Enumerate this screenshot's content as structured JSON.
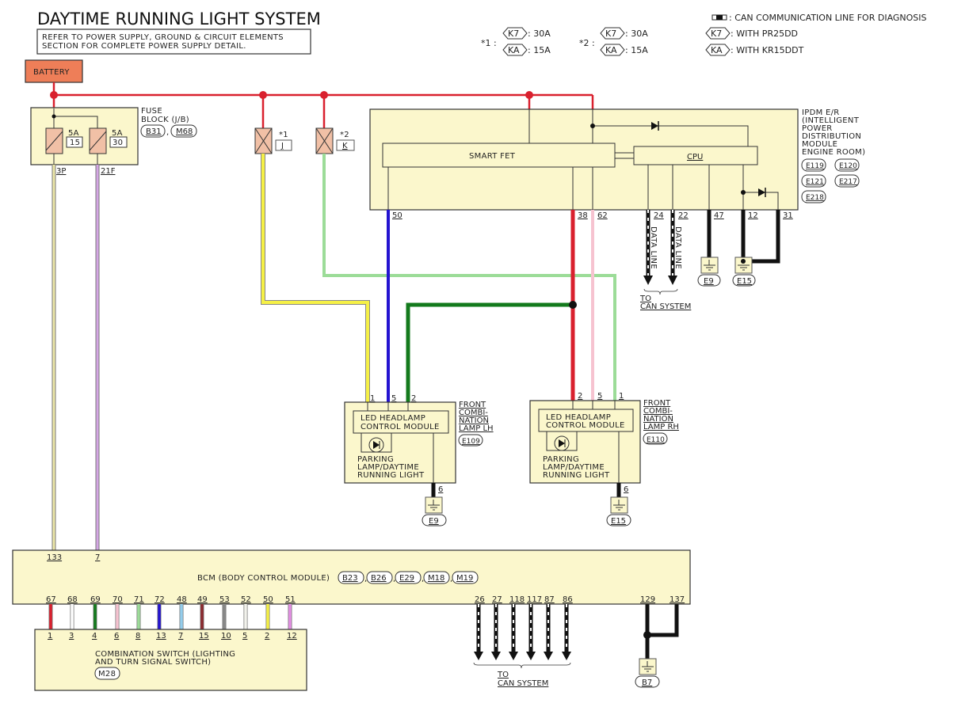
{
  "title": "DAYTIME RUNNING LIGHT SYSTEM",
  "note": [
    "REFER TO POWER SUPPLY, GROUND & CIRCUIT ELEMENTS",
    "SECTION FOR COMPLETE POWER SUPPLY DETAIL."
  ],
  "legend": {
    "star1": {
      "label": "*1 :",
      "rows": [
        {
          "code": "K7",
          "value": ": 30A"
        },
        {
          "code": "KA",
          "value": ": 15A"
        }
      ]
    },
    "star2": {
      "label": "*2 :",
      "rows": [
        {
          "code": "K7",
          "value": ": 30A"
        },
        {
          "code": "KA",
          "value": ": 15A"
        }
      ]
    },
    "can_line": ": CAN COMMUNICATION LINE FOR DIAGNOSIS",
    "variants": [
      {
        "code": "K7",
        "text": ": WITH PR25DD"
      },
      {
        "code": "KA",
        "text": ": WITH KR15DDT"
      }
    ]
  },
  "battery": "BATTERY",
  "fuse_block": {
    "label": [
      "FUSE",
      "BLOCK (J/B)"
    ],
    "connectors": [
      "B31",
      "M68"
    ],
    "fuses": [
      {
        "amp": "5A",
        "num": "15",
        "pin": "3P"
      },
      {
        "amp": "5A",
        "num": "30",
        "pin": "21F"
      }
    ]
  },
  "fusible_links": [
    {
      "star": "*1",
      "letter": "J"
    },
    {
      "star": "*2",
      "letter": "K"
    }
  ],
  "ipdm": {
    "label": [
      "IPDM E/R",
      "(INTELLIGENT",
      "POWER",
      "DISTRIBUTION",
      "MODULE",
      "ENGINE ROOM)"
    ],
    "connectors": [
      "E119",
      "E120",
      "E121",
      "E217",
      "E218"
    ],
    "smart_fet": "SMART FET",
    "cpu": "CPU",
    "pins": [
      "50",
      "38",
      "62",
      "24",
      "22",
      "47",
      "12",
      "31"
    ],
    "data_line": "DATA LINE",
    "to": "TO",
    "can_system": "CAN SYSTEM",
    "grounds": [
      "E9",
      "E15"
    ]
  },
  "lamp_lh": {
    "label": [
      "FRONT",
      "COMBI-",
      "NATION",
      "LAMP LH"
    ],
    "connector": "E109",
    "module": [
      "LED HEADLAMP",
      "CONTROL MODULE"
    ],
    "light": [
      "PARKING",
      "LAMP/DAYTIME",
      "RUNNING LIGHT"
    ],
    "pins": [
      "1",
      "5",
      "2"
    ],
    "ground_pin": "6",
    "ground": "E9"
  },
  "lamp_rh": {
    "label": [
      "FRONT",
      "COMBI-",
      "NATION",
      "LAMP RH"
    ],
    "connector": "E110",
    "module": [
      "LED HEADLAMP",
      "CONTROL MODULE"
    ],
    "light": [
      "PARKING",
      "LAMP/DAYTIME",
      "RUNNING LIGHT"
    ],
    "pins": [
      "2",
      "5",
      "1"
    ],
    "ground_pin": "6",
    "ground": "E15"
  },
  "bcm": {
    "label": "BCM (BODY CONTROL MODULE)",
    "connectors": [
      "B23",
      "B26",
      "E29",
      "M18",
      "M19"
    ],
    "top_pins": [
      "133",
      "7"
    ],
    "switch_pins": [
      "67",
      "68",
      "69",
      "70",
      "71",
      "72",
      "48",
      "49",
      "53",
      "52",
      "50",
      "51"
    ],
    "can_pins": [
      "26",
      "27",
      "118",
      "117",
      "87",
      "86"
    ],
    "ground_pins": [
      "129",
      "137"
    ],
    "ground": "B7",
    "to": "TO",
    "can_system": "CAN SYSTEM"
  },
  "combination_switch": {
    "label": [
      "COMBINATION SWITCH (LIGHTING",
      "AND TURN SIGNAL SWITCH)"
    ],
    "connector": "M28",
    "pins": [
      "1",
      "3",
      "4",
      "6",
      "8",
      "13",
      "7",
      "15",
      "10",
      "5",
      "2",
      "12"
    ]
  },
  "colors": {
    "module_fill": "#fbf7cc",
    "battery_fill": "#ee7e58",
    "fuse_fill": "#f1c0a6",
    "power": "#d9202e",
    "switch_wires": [
      "#d9202e",
      "#ffffff",
      "#137a1c",
      "#f6c3d0",
      "#9cdc98",
      "#2414d0",
      "#93cdec",
      "#8b2a2e",
      "#888888",
      "#f2f2ec",
      "#f5f046",
      "#e48ee4"
    ]
  }
}
